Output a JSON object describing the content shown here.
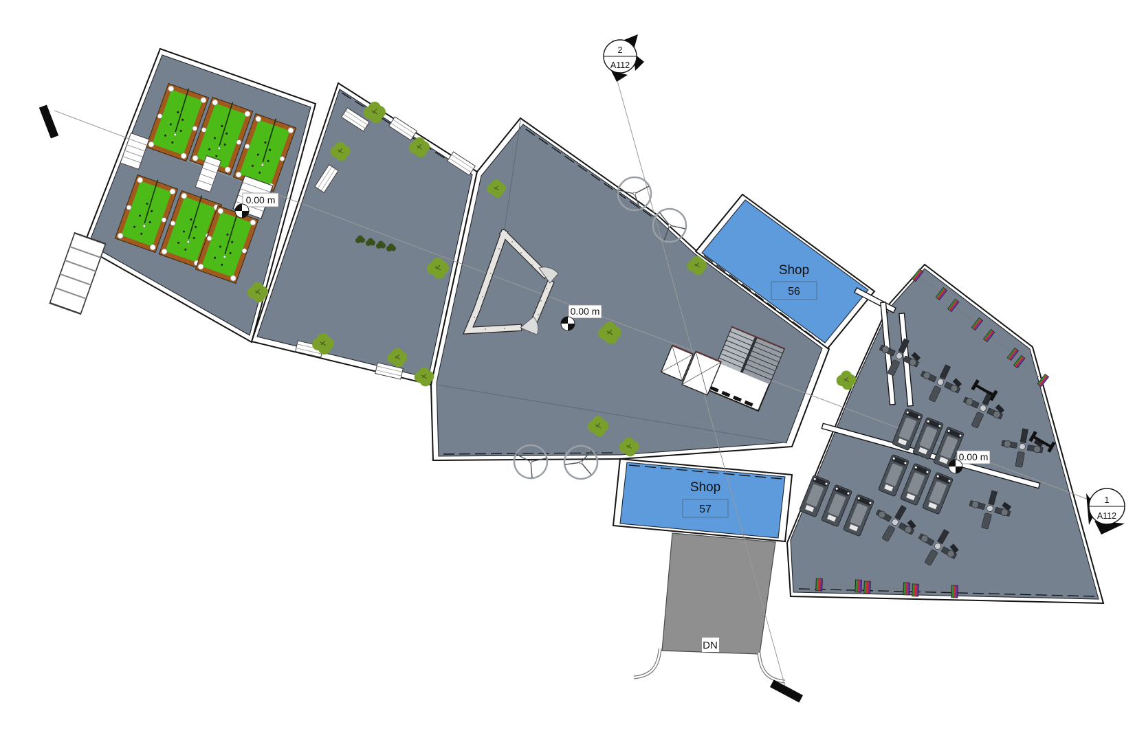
{
  "rooms": {
    "shop56": {
      "label": "Shop",
      "number": "56"
    },
    "shop57": {
      "label": "Shop",
      "number": "57"
    }
  },
  "annotations": {
    "levels": [
      {
        "text": "0.00 m"
      },
      {
        "text": "0.00 m"
      },
      {
        "text": "0.00 m"
      }
    ],
    "ramp_direction": "DN"
  },
  "section_markers": {
    "top": {
      "detail_number": "2",
      "sheet_number": "A112"
    },
    "right": {
      "detail_number": "1",
      "sheet_number": "A112"
    }
  },
  "colors": {
    "floor": "#75818e",
    "shop_floor": "#5d9bdc",
    "pool_table_felt": "#4cba17",
    "pool_table_rail": "#a05a1e",
    "tree": "#7aa02c",
    "ramp": "#8f8f8f",
    "wall": "#ffffff",
    "outline": "#141414"
  }
}
